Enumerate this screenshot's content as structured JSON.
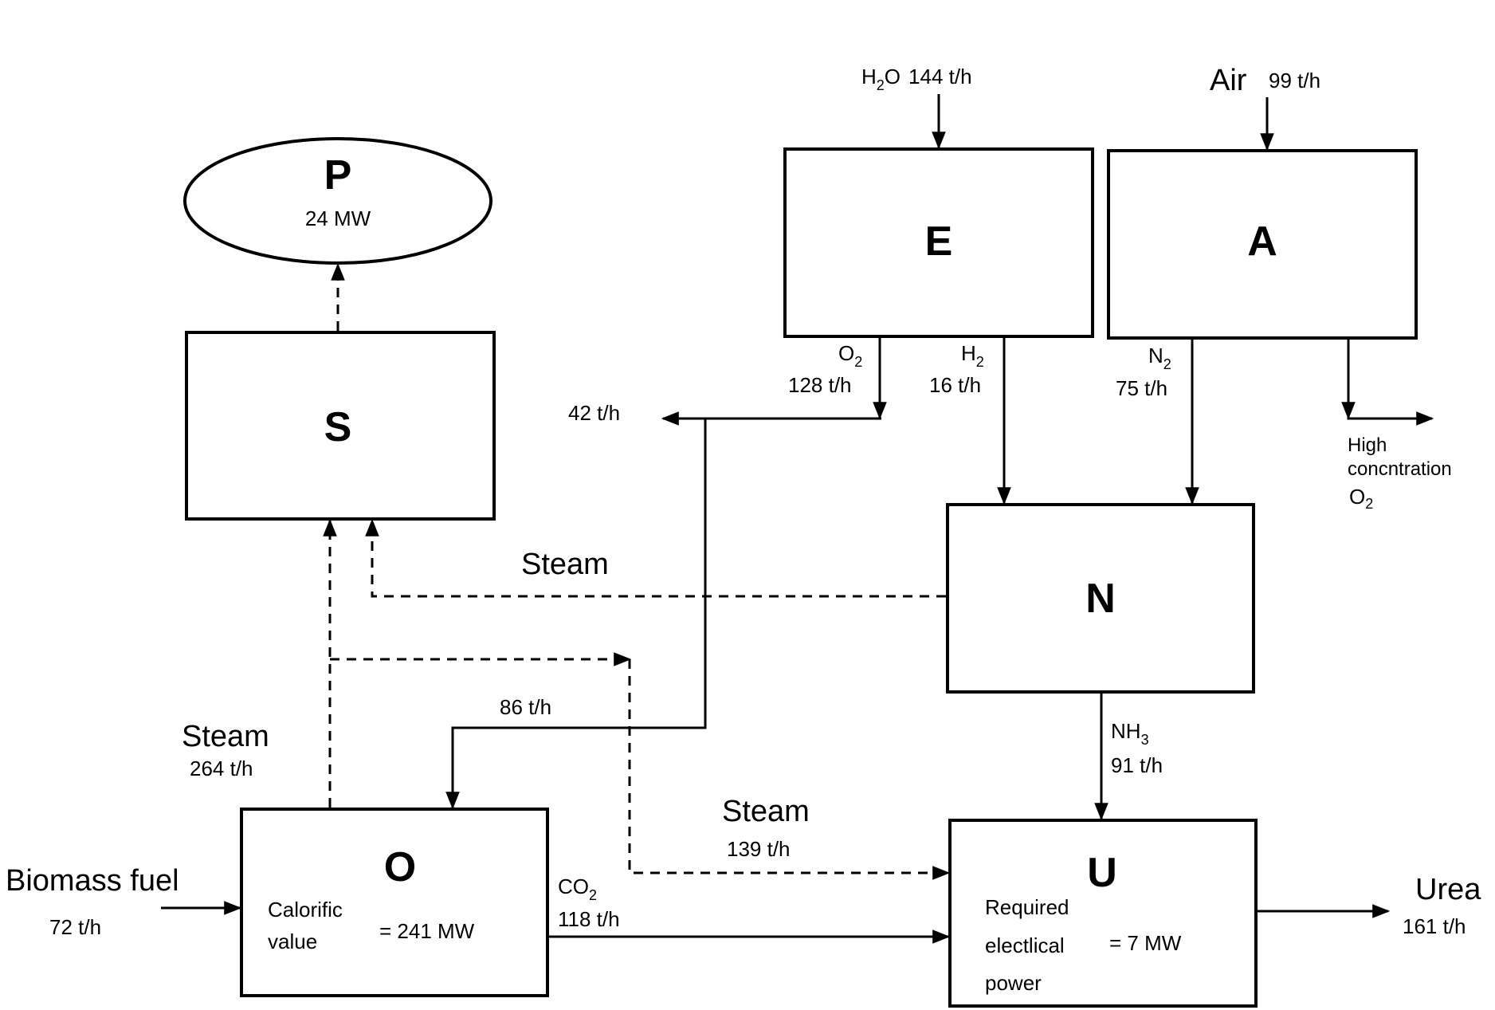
{
  "nodes": {
    "P": {
      "letter": "P",
      "value": "24 MW"
    },
    "S": {
      "letter": "S"
    },
    "E": {
      "letter": "E"
    },
    "A": {
      "letter": "A"
    },
    "N": {
      "letter": "N"
    },
    "O": {
      "letter": "O",
      "desc_line1": "Calorific",
      "desc_line2": "value",
      "value": "= 241 MW"
    },
    "U": {
      "letter": "U",
      "desc_line1": "Required",
      "desc_line2": "electlical",
      "desc_line3": "power",
      "value": "= 7 MW"
    }
  },
  "flows": {
    "h2o_in": {
      "species": "H",
      "sub": "2",
      "species_tail": "O",
      "rate": "144 t/h"
    },
    "air_in": {
      "label": "Air",
      "rate": "99 t/h"
    },
    "o2_out_e": {
      "species": "O",
      "sub": "2",
      "rate": "128 t/h"
    },
    "h2_out_e": {
      "species": "H",
      "sub": "2",
      "rate": "16 t/h"
    },
    "n2_out_a": {
      "species": "N",
      "sub": "2",
      "rate": "75 t/h"
    },
    "o2_out_a": {
      "line1": "High",
      "line2": "concntration",
      "species": "O",
      "sub": "2"
    },
    "o2_vent": {
      "rate": "42 t/h"
    },
    "o2_to_o": {
      "rate": "86 t/h"
    },
    "nh3": {
      "species": "NH",
      "sub": "3",
      "rate": "91 t/h"
    },
    "steam_n_s": {
      "label": "Steam"
    },
    "steam_o_s": {
      "label": "Steam",
      "rate": "264 t/h"
    },
    "steam_o_u": {
      "label": "Steam",
      "rate": "139 t/h"
    },
    "co2": {
      "species": "CO",
      "sub": "2",
      "rate": "118 t/h"
    },
    "biomass": {
      "label": "Biomass fuel",
      "rate": "72 t/h"
    },
    "urea": {
      "label": "Urea",
      "rate": "161 t/h"
    }
  }
}
